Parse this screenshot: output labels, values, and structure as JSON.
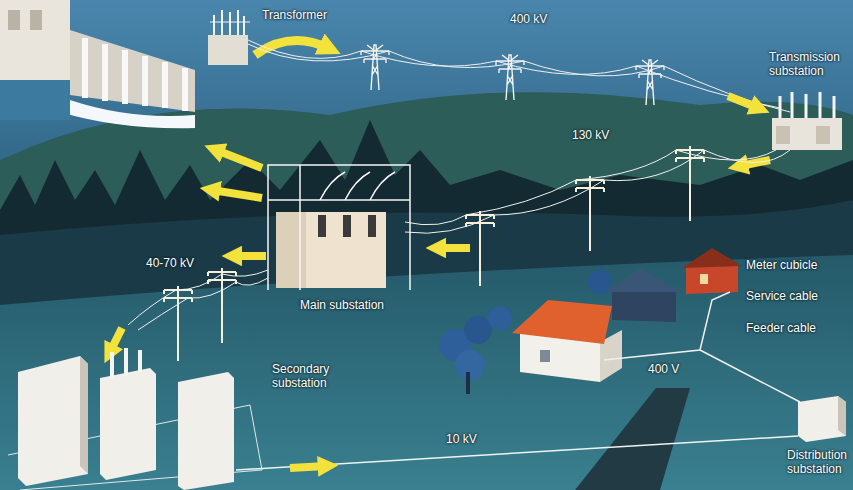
{
  "diagram": {
    "labels": [
      "Transformer",
      "400 kV",
      "Transmission substation",
      "130 kV",
      "Main substation",
      "40-70 kV",
      "Secondary substation",
      "10 kV",
      "Meter cubicle",
      "Service cable",
      "Feeder cable",
      "400 V",
      "Distribution substation"
    ]
  }
}
